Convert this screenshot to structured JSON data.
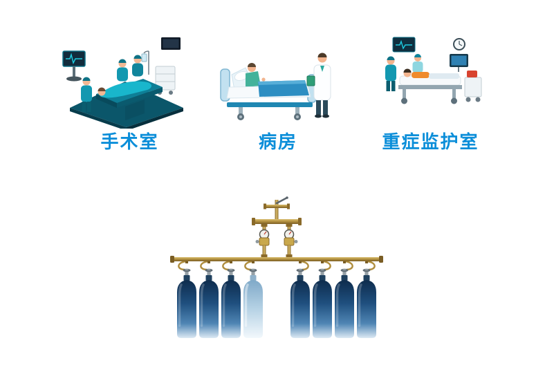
{
  "scenes": [
    {
      "id": "operating-room",
      "label": "手术室"
    },
    {
      "id": "ward",
      "label": "病房"
    },
    {
      "id": "icu",
      "label": "重症监护室"
    }
  ],
  "manifold": {
    "id": "oxygen-cylinder-manifold",
    "cylinder_groups": [
      {
        "side": "left",
        "count": 4
      },
      {
        "side": "right",
        "count": 4
      }
    ]
  },
  "colors": {
    "background": "#ffffff",
    "label_blue": "#0b8ed9",
    "cylinder_navy": "#16395f",
    "brass": "#b08e3e",
    "scene_teal": "#1398b0"
  }
}
